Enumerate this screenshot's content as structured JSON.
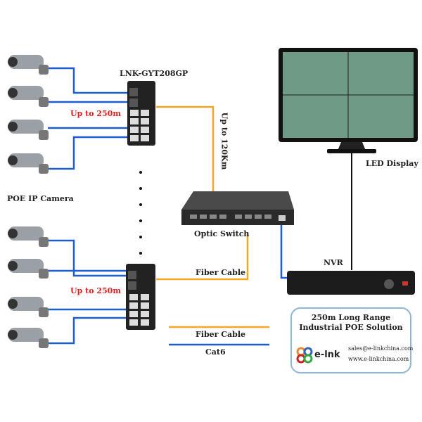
{
  "labels": {
    "switch_model": "LNK-GYT208GP",
    "range_top": "Up to 250m",
    "range_bottom": "Up to 250m",
    "fiber_range": "Up to 120Km",
    "camera": "POE IP Camera",
    "optic_switch": "Optic Switch",
    "fiber_cable": "Fiber Cable",
    "nvr": "NVR",
    "led_display": "LED Display"
  },
  "legend": {
    "fiber": "Fiber Cable",
    "cat6": "Cat6"
  },
  "info_box": {
    "title_line1": "250m Long Range",
    "title_line2": "Industrial POE Solution",
    "brand": "e-lnk",
    "email": "sales@e-linkchina.com",
    "website": "www.e-linkchina.com"
  },
  "colors": {
    "fiber": "#f5a623",
    "cat6": "#1a5fd0",
    "range_text": "#e02020"
  }
}
